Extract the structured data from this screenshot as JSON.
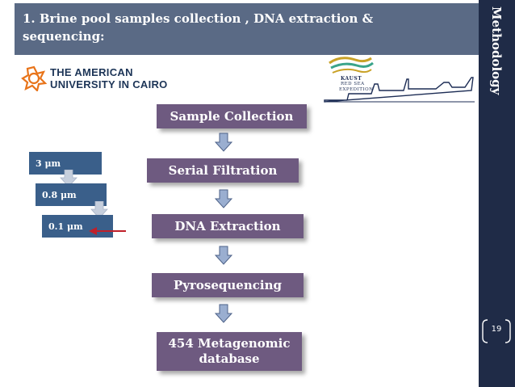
{
  "header": {
    "title_line1": "1. Brine pool samples collection , DNA extraction &",
    "title_line2": "sequencing:"
  },
  "sidebar": {
    "section_label": "Methodology",
    "page_number": "19"
  },
  "logos": {
    "auc_line1": "THE AMERICAN",
    "auc_line2": "UNIVERSITY IN CAIRO",
    "kaust_line1": "KAUST",
    "kaust_line2": "RED SEA",
    "kaust_line3": "EXPEDITION"
  },
  "workflow": {
    "steps": [
      "Sample Collection",
      "Serial Filtration",
      "DNA  Extraction",
      "Pyrosequencing"
    ],
    "final_line1": "454  Metagenomic",
    "final_line2": "database"
  },
  "filters": [
    "3 μm",
    "0.8 μm",
    "0.1 μm"
  ],
  "colors": {
    "title_bar": "#5a6a85",
    "right_bar": "#1f2b47",
    "step_box": "#6e5a80",
    "filter_box": "#3a5f8a",
    "arrow_fill": "#9aaed0",
    "highlight_arrow": "#c0202a"
  }
}
